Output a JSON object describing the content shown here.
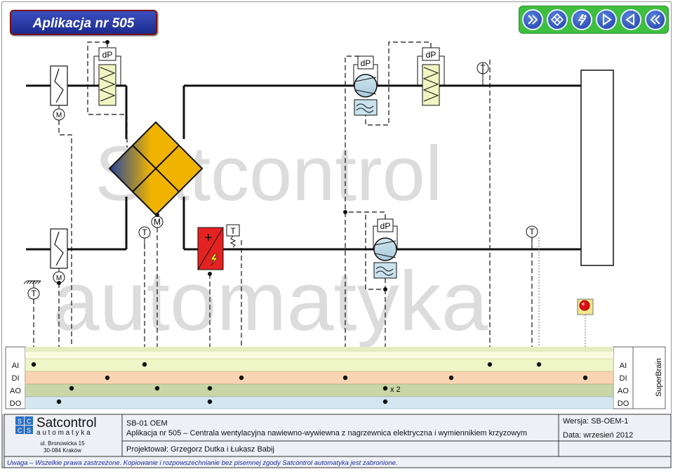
{
  "app_title": "Aplikacja nr 505",
  "toolbar": {
    "buttons": [
      {
        "name": "chevron-right-double-icon"
      },
      {
        "name": "crossed-grid-icon"
      },
      {
        "name": "lightning-plus-icon"
      },
      {
        "name": "play-forward-icon"
      },
      {
        "name": "play-back-icon"
      },
      {
        "name": "chevron-left-double-icon"
      }
    ]
  },
  "watermark": {
    "line1": "Satcontrol",
    "line2": "automatyka"
  },
  "sensor_labels": {
    "dp": "dP",
    "t": "T",
    "m": "M"
  },
  "io_rows": {
    "left": [
      "AI",
      "DI",
      "AO",
      "DO"
    ],
    "right": [
      "AI",
      "DI",
      "AO",
      "DO"
    ],
    "multiplier": "x 2",
    "controller": "SuperBrain"
  },
  "company": {
    "logo": "SC CS",
    "name": "Satcontrol",
    "sub": "a u t o m a t y k a",
    "addr1": "ul. Bronowicka 15",
    "addr2": "30-084 Kraków"
  },
  "project": {
    "code": "SB-01 OEM",
    "description": "Aplikacja nr 505 – Centrala wentylacyjna nawiewno-wywiewna z nagrzewnica elektryczna i wymiennikiem krzyzowym",
    "designer": "Projektował: Grzegorz Dutka i Łukasz Babij",
    "version": "Wersja: SB-OEM-1",
    "date": "Data: wrzesień 2012"
  },
  "notice": "Uwaga – Wszelkie prawa zastrzeżone. Kopiowanie i rozpowszechnianie bez pisemnej zgody Satcontrol automatyka jest zabronione.",
  "colors": {
    "title_bg": "#2236a8",
    "toolbar_bg": "#3fbf3f",
    "row_ai": "#eef6c8",
    "row_di": "#f9d4b4",
    "row_ao": "#c9d7a8",
    "row_do": "#d4e7f0",
    "heater": "#e02020",
    "exchanger_gold": "#f0b400",
    "exchanger_blue": "#2a4a9a"
  }
}
